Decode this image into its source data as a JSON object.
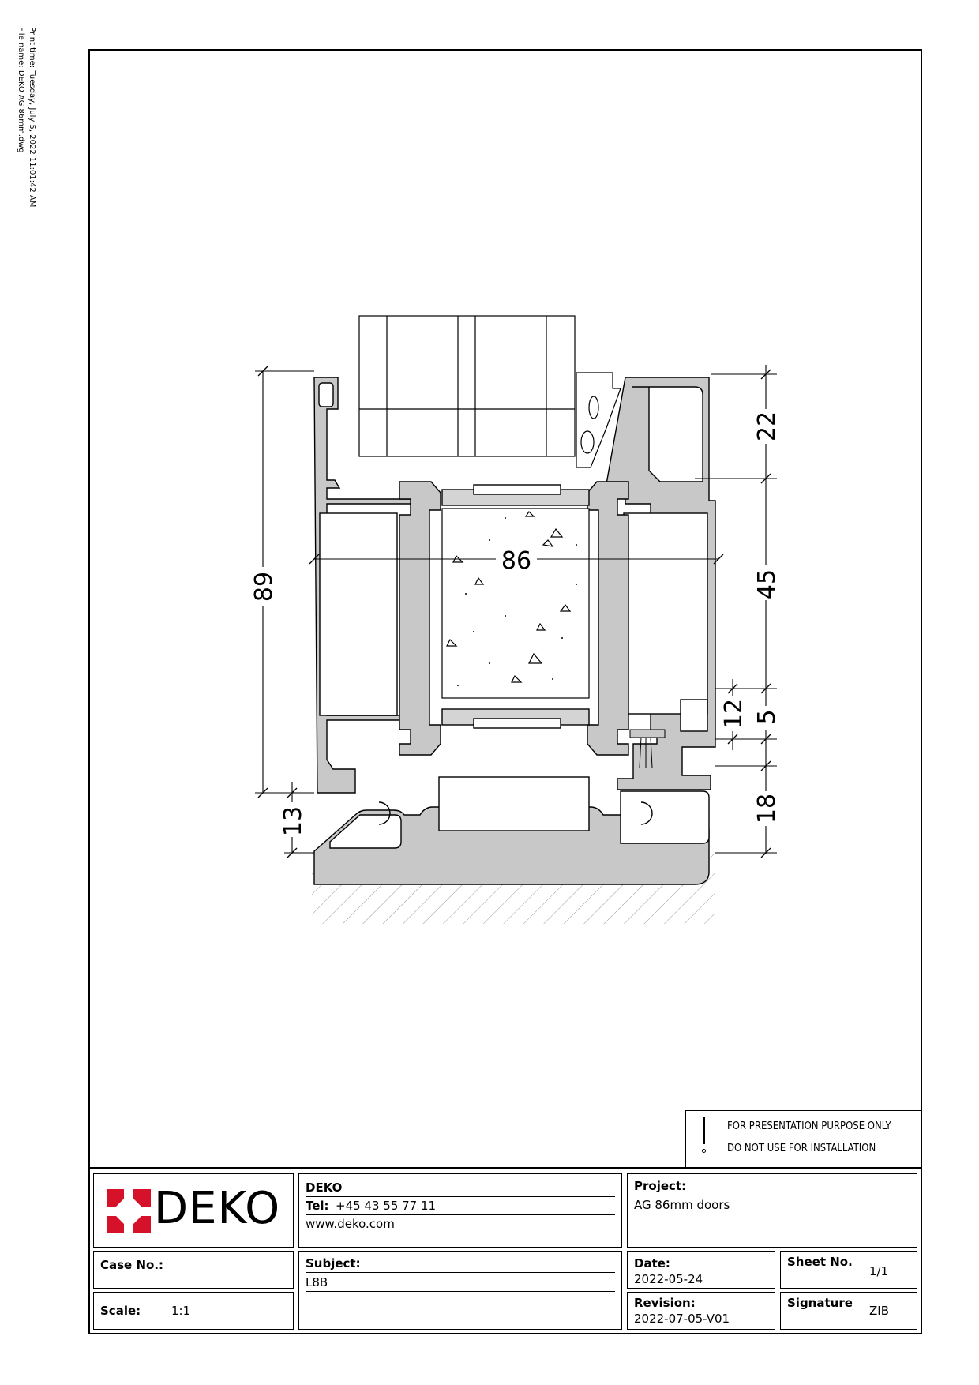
{
  "print_info": {
    "print_time": "Print time: Tuesday, July 5, 2022 11:01:42 AM",
    "file_name": "File name: DEKO AG 86mm.dwg"
  },
  "dimensions": {
    "overall_width": "86",
    "overall_height": "89",
    "top_right": "22",
    "middle_right": "45",
    "step_12": "12",
    "step_5": "5",
    "bottom_right": "18",
    "bottom_left": "13"
  },
  "warning": {
    "line1": "FOR PRESENTATION PURPOSE ONLY",
    "line2": "DO NOT USE FOR INSTALLATION"
  },
  "logo": {
    "text": "DEKO",
    "color": "#d6122a"
  },
  "company": {
    "name": "DEKO",
    "tel_label": "Tel:",
    "tel": "+45 43 55 77 11",
    "web": "www.deko.com"
  },
  "project": {
    "label": "Project:",
    "value": "AG 86mm doors"
  },
  "case": {
    "label": "Case No.:",
    "value": ""
  },
  "subject": {
    "label": "Subject:",
    "value": "L8B"
  },
  "date": {
    "label": "Date:",
    "value": "2022-05-24"
  },
  "sheet": {
    "label": "Sheet No.",
    "value": "1/1"
  },
  "scale": {
    "label": "Scale:",
    "value": "1:1"
  },
  "revision": {
    "label": "Revision:",
    "value": "2022-07-05-V01"
  },
  "signature": {
    "label": "Signature",
    "value": "ZIB"
  }
}
